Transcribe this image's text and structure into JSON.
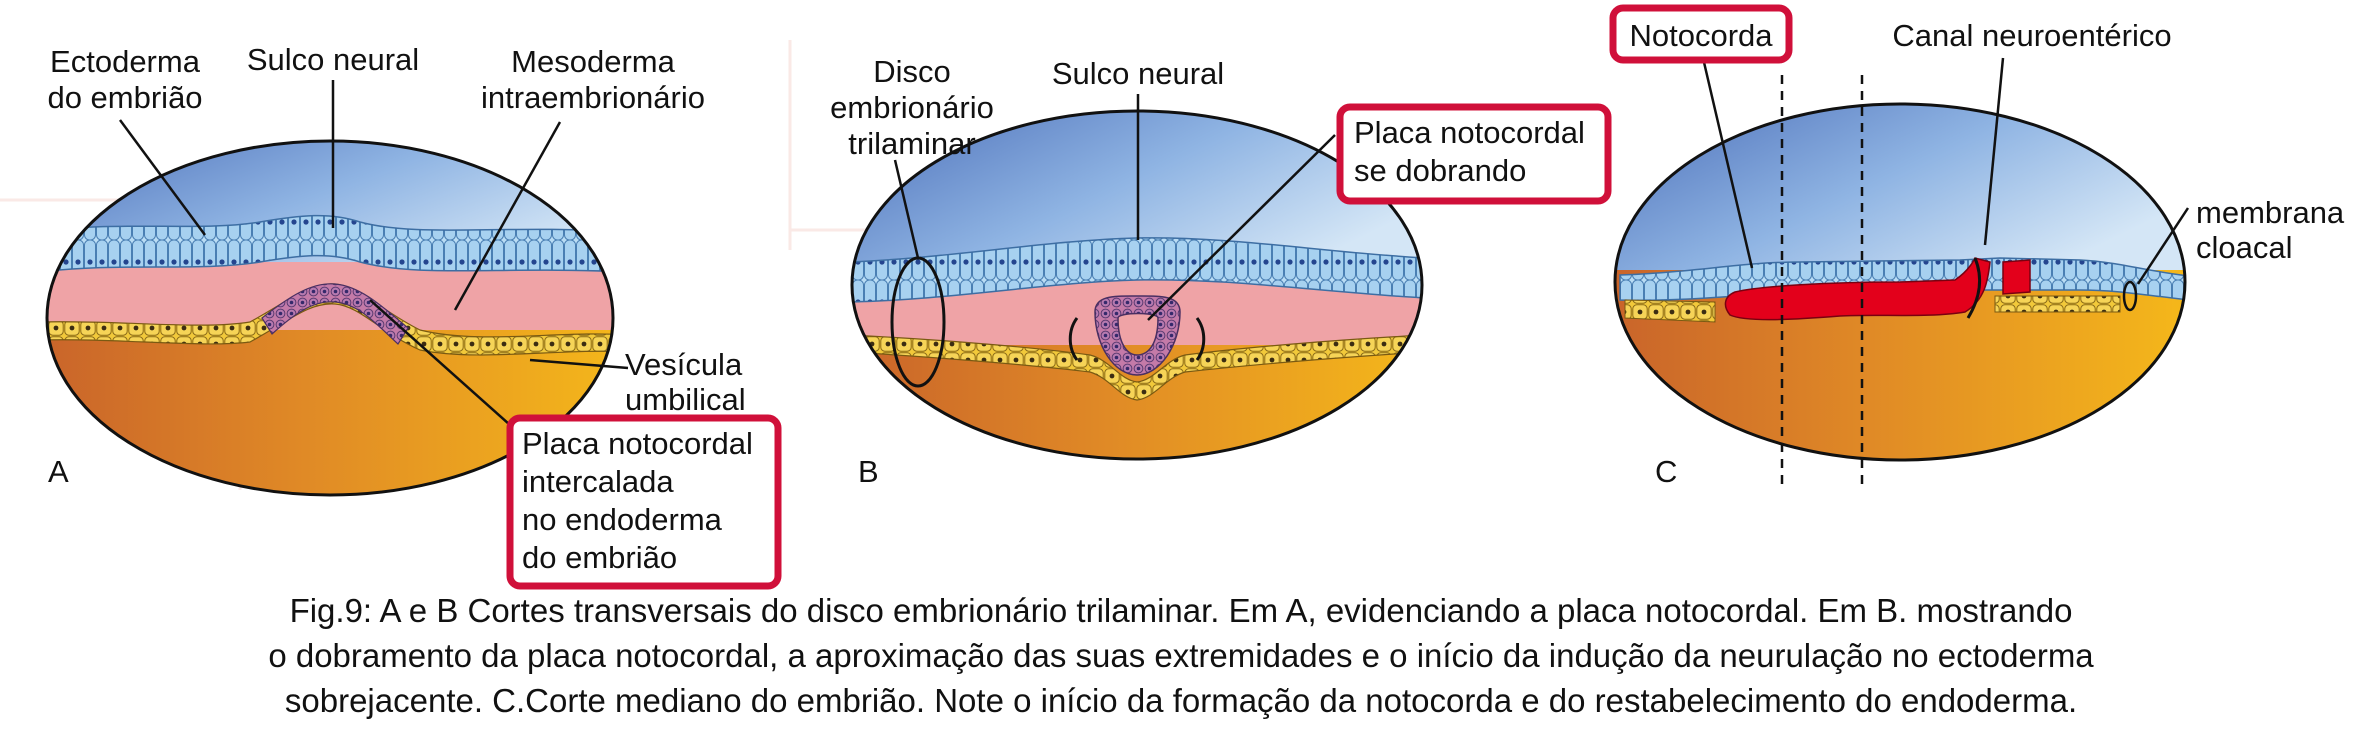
{
  "panels": {
    "A": {
      "letter": "A",
      "labels": {
        "ectoderm_l1": "Ectoderma",
        "ectoderm_l2": "do embrião",
        "sulco": "Sulco neural",
        "meso_l1": "Mesoderma",
        "meso_l2": "intraembrionário",
        "ves_l1": "Vesícula",
        "ves_l2": "umbilical",
        "placa_l1": "Placa notocordal",
        "placa_l2": "intercalada",
        "placa_l3": "no endoderma",
        "placa_l4": "do embrião"
      }
    },
    "B": {
      "letter": "B",
      "labels": {
        "disco_l1": "Disco",
        "disco_l2": "embrionário",
        "disco_l3": "trilaminar",
        "sulco": "Sulco neural",
        "placa_l1": "Placa notocordal",
        "placa_l2": "se dobrando"
      }
    },
    "C": {
      "letter": "C",
      "labels": {
        "notocorda": "Notocorda",
        "canal": "Canal neuroentérico",
        "memb_l1": "membrana",
        "memb_l2": "cloacal"
      }
    }
  },
  "colors": {
    "highlight_box": "#d0103a",
    "notochord_red": "#e3001b",
    "ectoderm_blue": "#9ec9ea",
    "mesoderm_pink": "#efa3a6",
    "yolk_orange": "#e9961e"
  },
  "caption": [
    "Fig.9: A e B Cortes transversais do disco embrionário trilaminar. Em A, evidenciando a placa notocordal. Em B. mostrando",
    "o dobramento da placa notocordal, a aproximação das suas extremidades e o início da indução da neurulação no ectoderma",
    "sobrejacente. C.Corte mediano do embrião. Note o início da formação da notocorda e do restabelecimento do endoderma."
  ]
}
